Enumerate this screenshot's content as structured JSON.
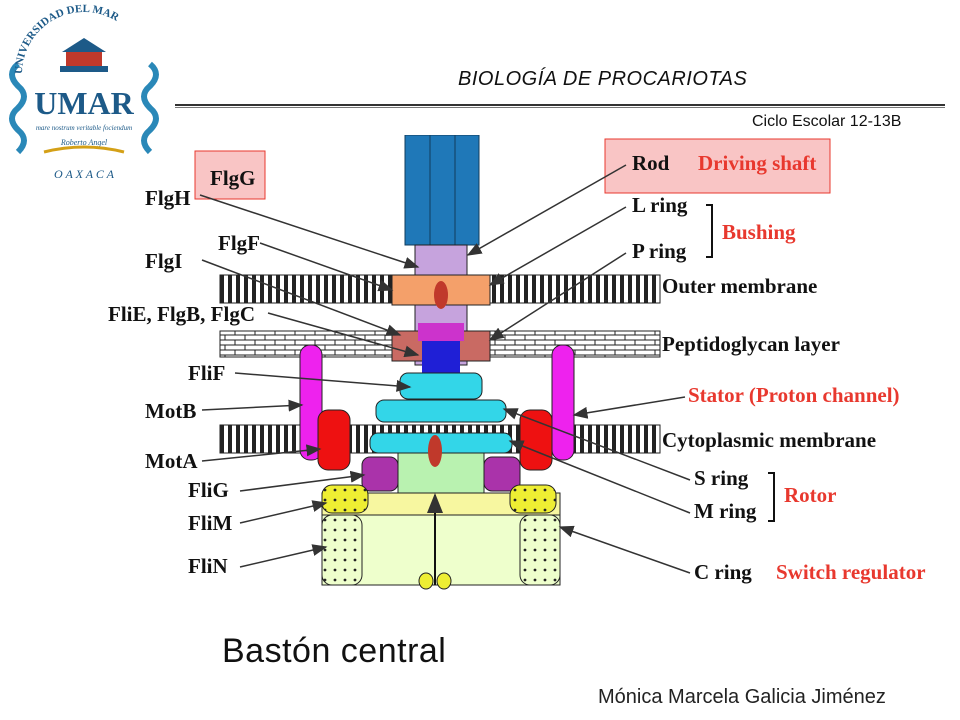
{
  "header": {
    "course_title": "BIOLOGÍA DE PROCARIOTAS",
    "cycle": "Ciclo Escolar 12-13B"
  },
  "logo": {
    "arc_text": "UNIVERSIDAD DEL MAR",
    "initials": "UMAR",
    "motto": "mare nostrum veritable fociendum",
    "signature": "Roberto Angel",
    "location": "O A X A C A"
  },
  "diagram": {
    "left_labels": [
      "FlgG",
      "FlgH",
      "FlgF",
      "FlgI",
      "FliE, FlgB, FlgC",
      "FliF",
      "MotB",
      "MotA",
      "FliG",
      "FliM",
      "FliN"
    ],
    "right_labels": [
      "Rod",
      "L ring",
      "P ring",
      "Outer membrane",
      "Peptidoglycan layer",
      "Cytoplasmic membrane",
      "S ring",
      "M ring",
      "C ring"
    ],
    "function_labels": [
      "Driving shaft",
      "Bushing",
      "Stator (Proton channel)",
      "Rotor",
      "Switch regulator"
    ],
    "highlighted": [
      "FlgG",
      "Rod"
    ],
    "colors": {
      "label_red": "#e8382e",
      "highlight_fill": "#f9c5c5",
      "filament": "#1f78b8",
      "rod": "#c6a3dd",
      "l_ring": "#f4a06a",
      "p_ring": "#c96a63",
      "bushing_core": "#cc33cc",
      "proton_channel_blue": "#1f1fd6",
      "ms_ring": "#33d6e8",
      "stator": "#ee22ee",
      "mot_a": "#ee1111",
      "fli_g": "#aa33aa",
      "fli_m": "#eeee33",
      "fli_n": "#eeffcc"
    }
  },
  "caption": "Bastón central",
  "author": "Mónica Marcela Galicia Jiménez"
}
